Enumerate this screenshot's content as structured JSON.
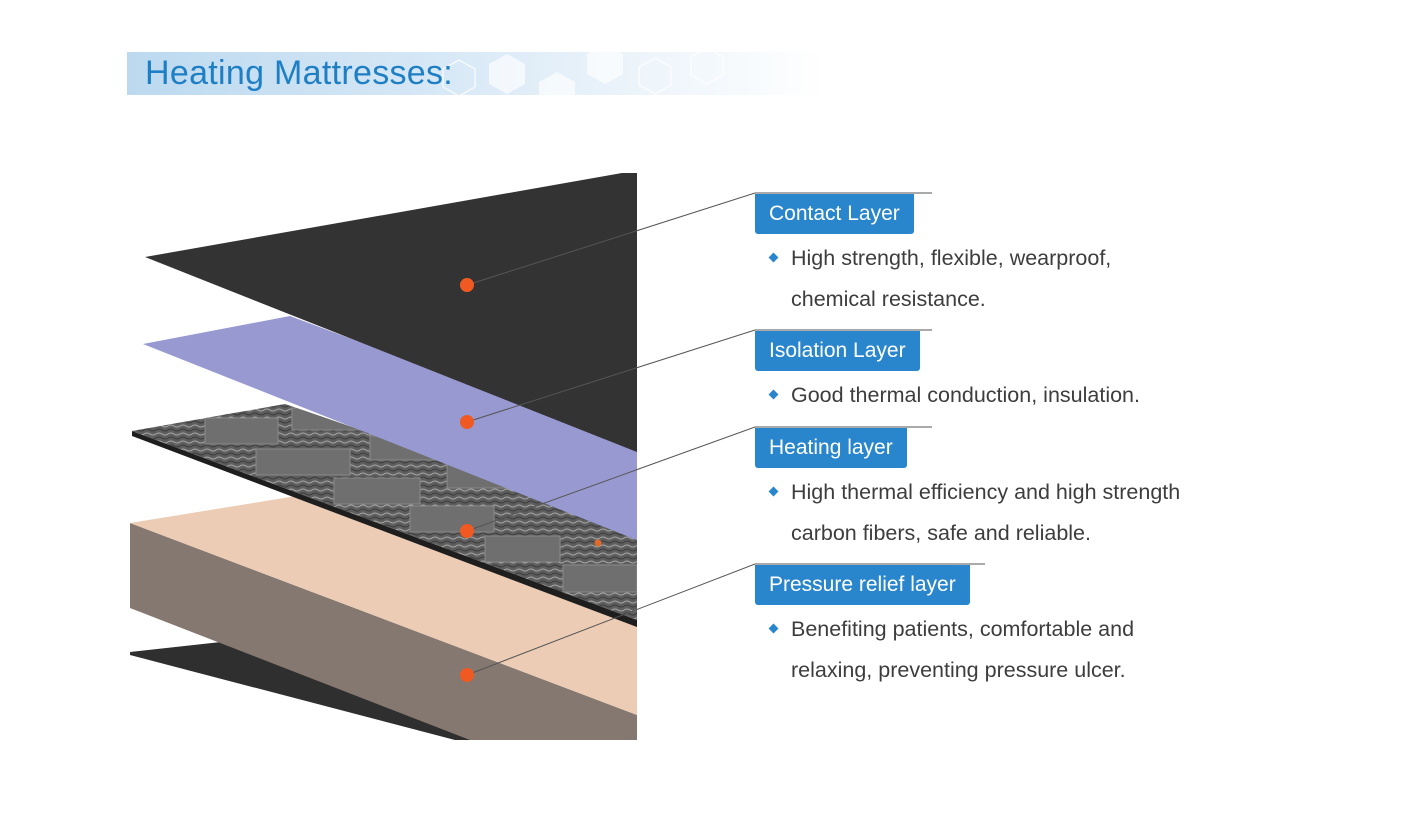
{
  "title": "Heating Mattresses:",
  "colors": {
    "accent": "#2a86cc",
    "marker": "#f05a22",
    "contact_layer": "#333333",
    "isolation_layer": "#9899d0",
    "heating_layer": "#5a5a5a",
    "foam_top": "#ecccb4",
    "foam_side": "#857870"
  },
  "layers": [
    {
      "tag": "Contact Layer",
      "desc": [
        "High strength, flexible, wearproof,",
        "chemical resistance."
      ]
    },
    {
      "tag": "Isolation Layer",
      "desc": [
        "Good thermal conduction, insulation."
      ]
    },
    {
      "tag": "Heating layer",
      "desc": [
        "High thermal efficiency and high strength",
        "carbon fibers, safe and reliable."
      ]
    },
    {
      "tag": "Pressure relief layer",
      "desc": [
        "Benefiting patients, comfortable and",
        "relaxing, preventing pressure ulcer."
      ]
    }
  ]
}
